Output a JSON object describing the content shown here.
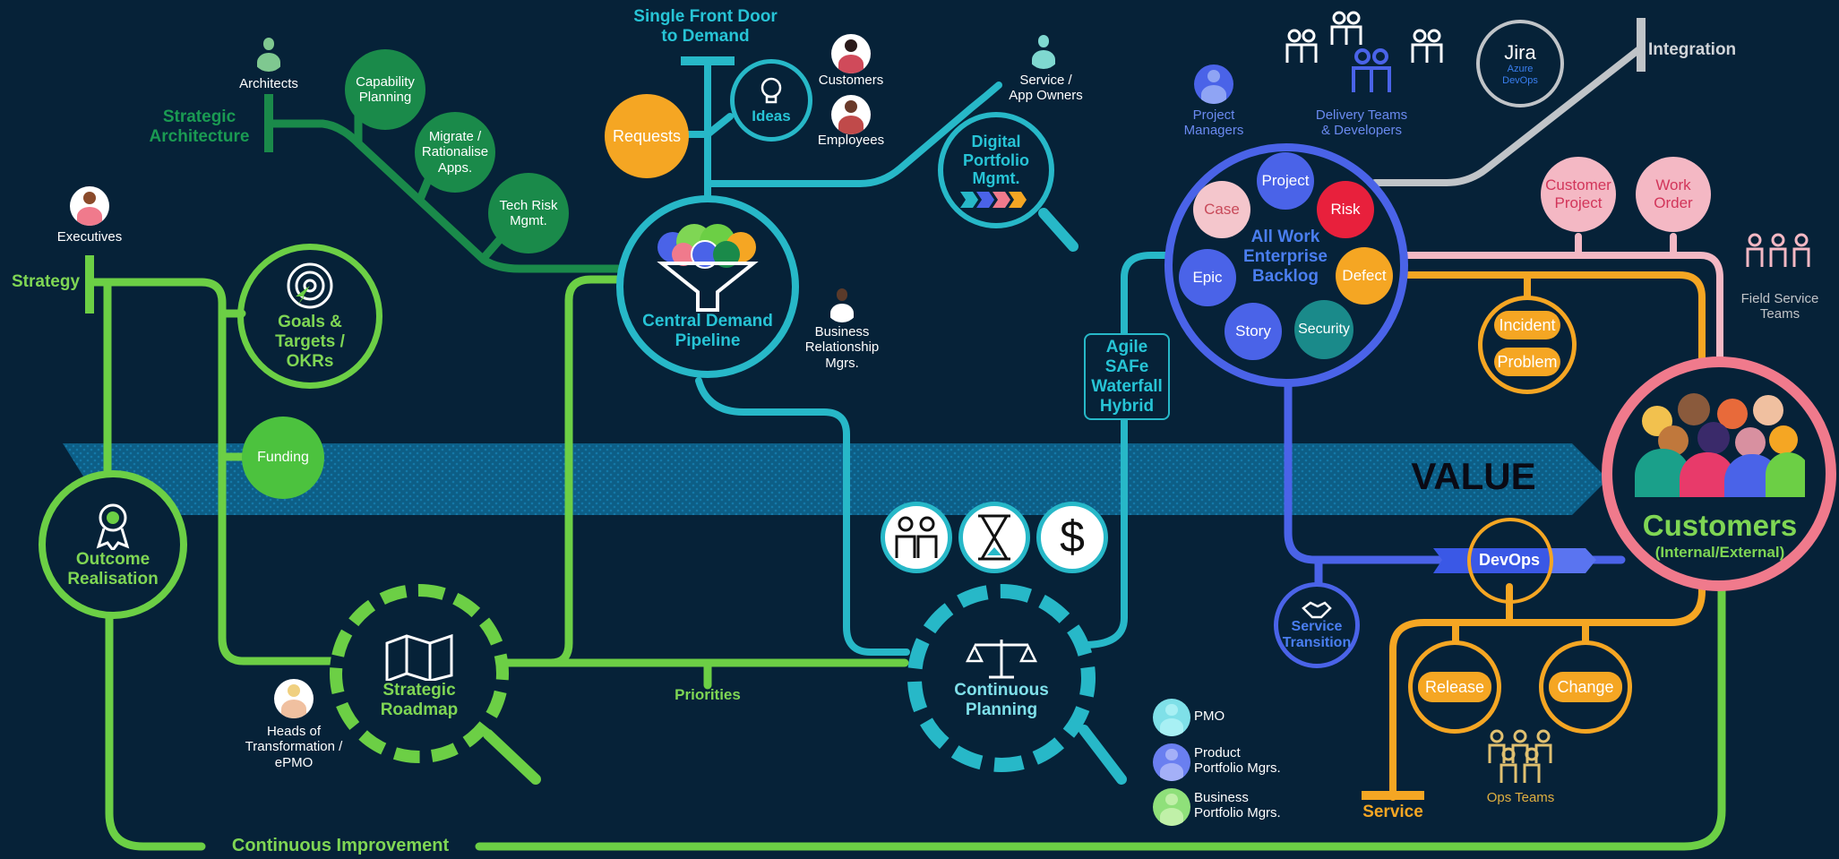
{
  "colors": {
    "background": "#062238",
    "green": "#7fd654",
    "dark_green": "#1a8a4a",
    "teal": "#27b8c8",
    "blue": "#4a63e8",
    "orange": "#f5a623",
    "pink": "#f4b8c4",
    "coral": "#f07a8c",
    "gray": "#c0c4c8",
    "value_arrow": "#0d5e86"
  },
  "strategic_architecture": {
    "title": "Strategic\nArchitecture",
    "capability_planning": "Capability\nPlanning",
    "migrate": "Migrate /\nRationalise\nApps.",
    "tech_risk": "Tech Risk\nMgmt."
  },
  "strategy": {
    "title": "Strategy",
    "goals": "Goals &\nTargets /\nOKRs",
    "funding": "Funding",
    "outcome": "Outcome\nRealisation"
  },
  "demand": {
    "front_door": "Single Front Door\nto Demand",
    "requests": "Requests",
    "ideas": "Ideas",
    "pipeline": "Central Demand\nPipeline",
    "digital_portfolio": "Digital\nPortfolio\nMgmt."
  },
  "roadmap": {
    "title": "Strategic\nRoadmap",
    "priorities": "Priorities"
  },
  "planning": {
    "title": "Continuous\nPlanning",
    "methods": "Agile\nSAFe\nWaterfall\nHybrid"
  },
  "backlog": {
    "title": "All Work\nEnterprise\nBacklog",
    "items": [
      "Project",
      "Case",
      "Risk",
      "Epic",
      "Defect",
      "Story",
      "Security"
    ]
  },
  "integration": {
    "title": "Integration",
    "jira": "Jira",
    "azure": "Azure\nDevOps"
  },
  "customers": {
    "title": "Customers",
    "subtitle": "(Internal/External)",
    "customer_project": "Customer\nProject",
    "work_order": "Work\nOrder",
    "incident": "Incident",
    "problem": "Problem"
  },
  "value": "VALUE",
  "devops": "DevOps",
  "service_transition": "Service\nTransition",
  "release": "Release",
  "change": "Change",
  "service": "Service",
  "continuous_improvement": "Continuous Improvement",
  "roles": {
    "architects": "Architects",
    "executives": "Executives",
    "customers": "Customers",
    "employees": "Employees",
    "service_owners": "Service /\nApp Owners",
    "brm": "Business\nRelationship\nMgrs.",
    "heads": "Heads of\nTransformation /\nePMO",
    "project_managers": "Project\nManagers",
    "delivery_teams": "Delivery Teams\n& Developers",
    "field_service": "Field Service\nTeams",
    "ops_teams": "Ops Teams"
  },
  "legend": [
    {
      "label": "PMO",
      "color": "#7fe0e8"
    },
    {
      "label": "Product\nPortfolio Mgrs.",
      "color": "#6a7ff0"
    },
    {
      "label": "Business\nPortfolio Mgrs.",
      "color": "#8fe07a"
    }
  ]
}
